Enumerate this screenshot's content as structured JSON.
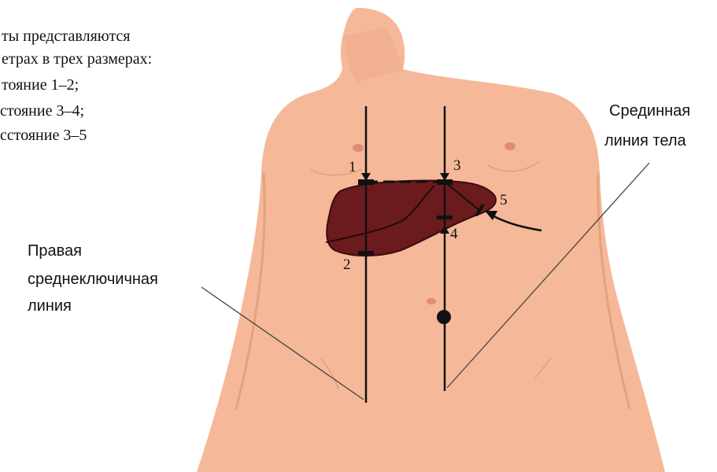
{
  "caption": {
    "lines": [
      "ты представляются",
      "етрах в трех размерах:",
      "тояние 1–2;",
      "стояние 3–4;",
      "сстояние 3–5"
    ]
  },
  "labels": {
    "right_midclavicular": [
      "Правая",
      "среднеключичная",
      "линия"
    ],
    "midline": [
      "Срединная",
      "линия тела"
    ]
  },
  "points": [
    "1",
    "2",
    "3",
    "4",
    "5"
  ],
  "colors": {
    "skin": "#f5b898",
    "skin_shadow": "#e9a584",
    "liver": "#6b1a1d",
    "liver_edge": "#3a0c0e",
    "nipple": "#e08c78",
    "line": "#111111"
  }
}
